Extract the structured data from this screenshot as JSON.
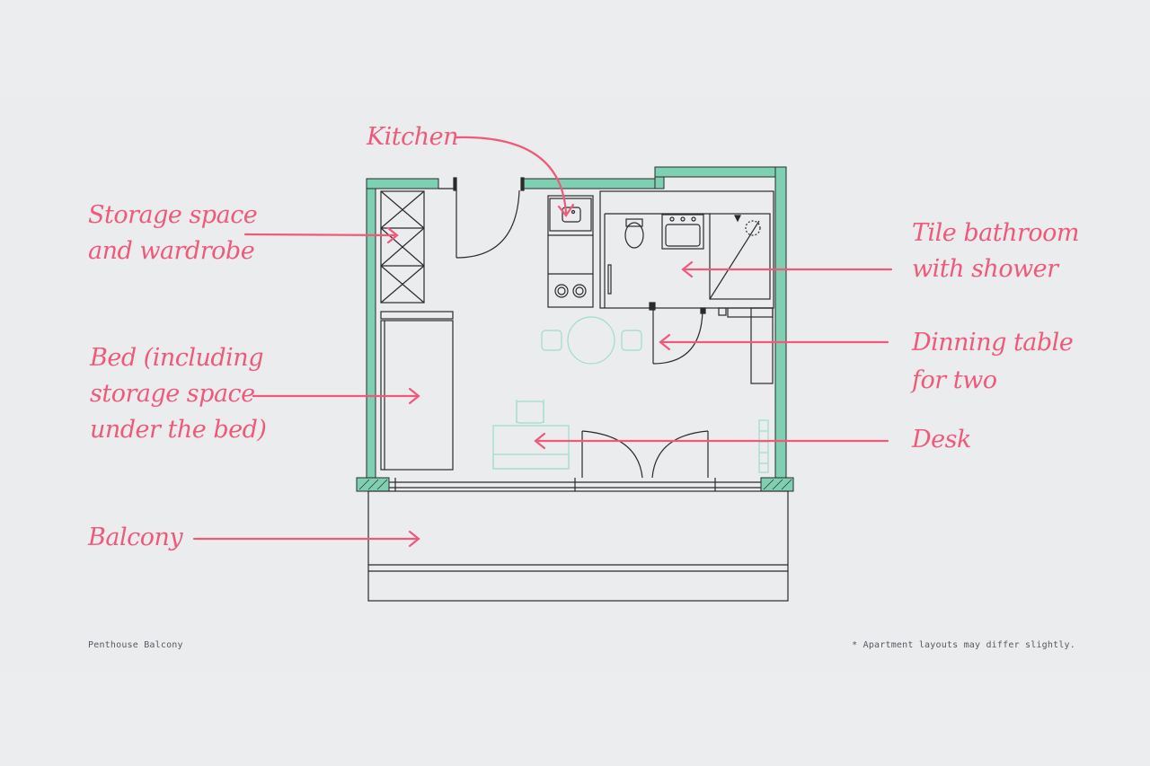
{
  "labels": {
    "kitchen": "Kitchen",
    "storage_line1": "Storage space",
    "storage_line2": "and wardrobe",
    "bathroom_line1": "Tile bathroom",
    "bathroom_line2": "with shower",
    "bed_line1": "Bed (including",
    "bed_line2": "storage space",
    "bed_line3": "under the bed)",
    "dining_line1": "Dinning table",
    "dining_line2": "for two",
    "desk": "Desk",
    "balcony": "Balcony"
  },
  "footer": {
    "title": "Penthouse Balcony",
    "note": "* Apartment layouts may differ slightly."
  },
  "colors": {
    "wall": "#7fd0b3",
    "annotation": "#ef5a7a",
    "furniture": "#9fdccb",
    "line": "#2a2a2a"
  }
}
